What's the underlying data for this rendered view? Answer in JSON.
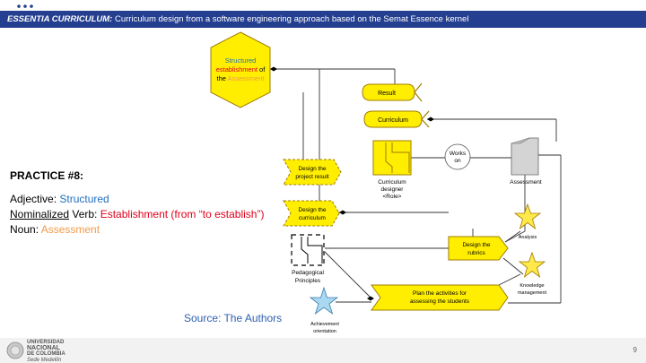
{
  "header": {
    "title_italic": "ESSENTIA CURRICULUM:",
    "title_rest": " Curriculum design from a software engineering approach based on the Semat Essence kernel",
    "bar_color": "#243f8f"
  },
  "practice": {
    "title": "PRACTICE #8:",
    "adjective_label": "Adjective: ",
    "adjective_value": "Structured",
    "nominalized_word": "Nominalized",
    "verb_label": " Verb: ",
    "verb_value": "Establishment (from “to establish”)",
    "noun_label": "Noun: ",
    "noun_value": "Assessment"
  },
  "source": "Source: The Authors",
  "diagram": {
    "hexagon": {
      "line1": "Structured",
      "line2a": "establishment",
      "line2b": " of",
      "line3a": "the ",
      "line3b": "Assessment"
    },
    "result": "Result",
    "curriculum": "Curriculum",
    "works_on": {
      "line1": "Works",
      "line2": "on"
    },
    "role": {
      "line1": "Curriculum",
      "line2": "designer",
      "line3": "<Role>"
    },
    "assessment": "Assessment",
    "design_project_result": {
      "line1": "Design the",
      "line2": "project result"
    },
    "design_curriculum": {
      "line1": "Design the",
      "line2": "curriculum"
    },
    "pedagogical": {
      "line1": "Pedagogical",
      "line2": "Principles"
    },
    "design_rubrics": {
      "line1": "Design the",
      "line2": "rubrics"
    },
    "analysis": "Analysis",
    "knowledge": {
      "line1": "Knowledge",
      "line2": "management"
    },
    "plan_activities": {
      "line1": "Plan the activities for",
      "line2": "assessing the students"
    },
    "achievement": {
      "line1": "Achievement",
      "line2": "orientation"
    },
    "colors": {
      "yellow": "#ffee00",
      "outline": "#a07c00",
      "star_yellow": "#ffe94a",
      "star_blue": "#a9d8f0"
    }
  },
  "footer": {
    "logo_line1": "UNIVERSIDAD",
    "logo_line2": "NACIONAL",
    "logo_line3": "DE COLOMBIA",
    "logo_line4": "Sede Medellín",
    "page_number": "9"
  }
}
